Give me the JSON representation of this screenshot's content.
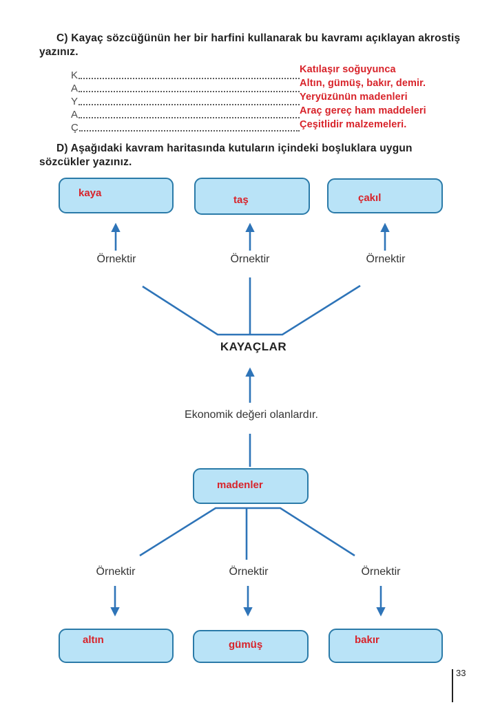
{
  "section_c": {
    "heading": "C) Kayaç sözcüğünün her bir harfini kullanarak bu kavramı açıklayan akrostiş yazınız.",
    "letters": [
      "K",
      "A",
      "Y",
      "A",
      "Ç"
    ],
    "answers": [
      "Katılaşır soğuyunca",
      "Altın, gümüş, bakır, demir.",
      "Yeryüzünün madenleri",
      "Araç gereç ham maddeleri",
      "Çeşitlidir malzemeleri."
    ]
  },
  "section_d": {
    "heading": "D) Aşağıdaki kavram haritasında kutuların içindeki boşluklara uygun sözcükler yazınız.",
    "top_boxes": [
      "kaya",
      "taş",
      "çakıl"
    ],
    "example_label": "Örnektir",
    "center_node": "KAYAÇLAR",
    "relation_text": "Ekonomik değeri olanlardır.",
    "middle_box": "madenler",
    "bottom_boxes": [
      "altın",
      "gümüş",
      "bakır"
    ]
  },
  "page_number": "33",
  "colors": {
    "answer_red": "#d8232a",
    "connector_blue": "#2e74b8",
    "box_fill": "#b9e3f7",
    "box_border": "#2a7aa8"
  }
}
